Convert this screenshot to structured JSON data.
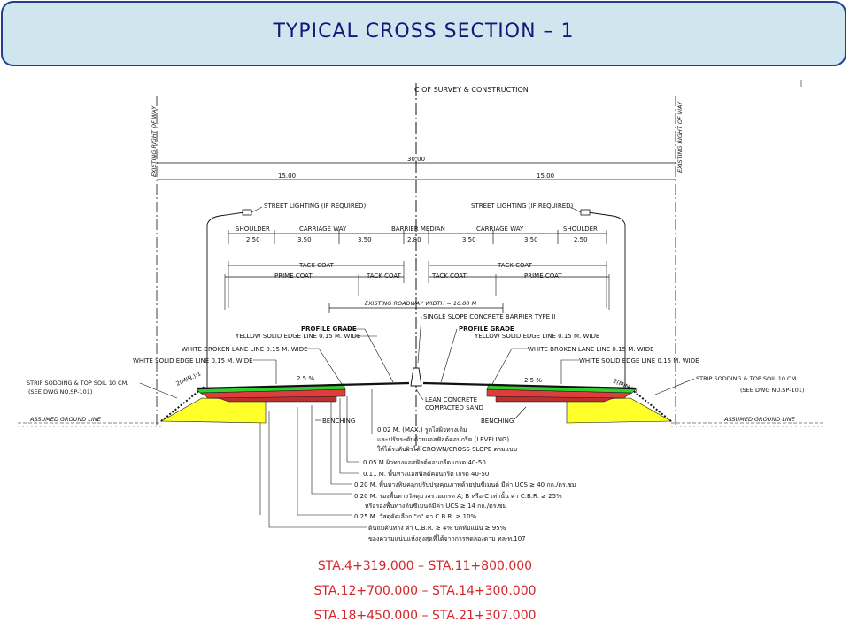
{
  "header": {
    "title": "TYPICAL CROSS SECTION – 1"
  },
  "drawing": {
    "centerline_label": "C OF SURVEY & CONSTRUCTION",
    "row_left": "EXISTING RIGHT OF WAY",
    "row_right": "EXISTING RIGHT OF WAY",
    "total_width": "30.00",
    "half_left": "15.00",
    "half_right": "15.00",
    "street_light_left": "STREET LIGHTING (IF REQUIRED)",
    "street_light_right": "STREET LIGHTING (IF REQUIRED)",
    "lanes": {
      "shoulder": "SHOULDER",
      "carriage_way": "CARRIAGE WAY",
      "barrier_median": "BARRIER MEDIAN",
      "w_shoulder": "2.50",
      "w_lane": "3.50",
      "w_median": "2.80"
    },
    "tack_coat": "TACK COAT",
    "prime_coat": "PRIME COAT",
    "existing_roadway": "EXISTING ROADWAY WIDTH = 10.00 M",
    "barrier_label": "SINGLE SLOPE CONCRETE BARRIER TYPE II",
    "profile_grade": "PROFILE GRADE",
    "yellow_line": "YELLOW SOLID EDGE LINE 0.15 M. WIDE",
    "white_broken": "WHITE BROKEN LANE LINE 0.15 M. WIDE",
    "white_solid": "WHITE SOLID EDGE LINE 0.15 M. WIDE",
    "slope_pct": "2.5 %",
    "slope_left": "2(MIN.):1",
    "slope_right": "2(MIN.):1",
    "strip_sodding_1": "STRIP SODDING & TOP SOIL 10 CM.",
    "strip_sodding_2_left": "(SEE DWG NO.SP-101)",
    "strip_sodding_2_right": "(SEE DWG NO.SP-101)",
    "assumed_ground_left": "ASSUMED GROUND LINE",
    "assumed_ground_right": "ASSUMED GROUND LINE",
    "benching_left": "BENCHING",
    "benching_right": "BENCHING",
    "lean_concrete": "LEAN CONCRETE",
    "compacted_sand": "COMPACTED SAND",
    "layers": [
      "0.02 M. (MAX.) รูดไสผิวทางเดิม",
      "และปรับระดับด้วยแอสฟัลต์คอนกรีต (LEVELING)",
      "ให้ได้ระดับผิวได้ CROWN/CROSS SLOPE ตามแบบ",
      "0.05 M  ผิวทางแอสฟัลต์คอนกรีต เกรด 40-50",
      "0.11 M. พื้นทางแอสฟัลต์คอนกรีต เกรด 40-50",
      "0.20 M. พื้นทางหินคลุกปรับปรุงคุณภาพด้วยปูนซีเมนต์ มีค่า UCS ≥ 40 กก./ตร.ซม",
      "0.20 M. รองพื้นทางวัสดุมวลรวมเกรด A, B หรือ C เท่านั้น ค่า C.B.R. ≥ 25%",
      "หรือรองพื้นทางดินซีเมนต์มีค่า UCS ≥ 14 กก./ตร.ซม",
      "0.25 M.  วัสดุคัดเลือก \"ก\" ค่า C.B.R. ≥ 10%",
      "ดินถมคันทาง ค่า C.B.R. ≥ 4%  บดทับแน่น ≥ 95%",
      "ของความแน่นแห้งสูงสุดที่ได้จากการทดลองตาม ทล-ท.107"
    ]
  },
  "stations": [
    "STA.4+319.000 – STA.11+800.000",
    "STA.12+700.000 – STA.14+300.000",
    "STA.18+450.000 – STA.21+307.000"
  ],
  "colors": {
    "header_bg": "#cfe6ef",
    "header_border": "#1f3f8f",
    "title": "#16167a",
    "station_text": "#d3262b",
    "surface_green": "#2fd02f",
    "base_red": "#e03c3c",
    "subbase_darkred": "#b93030",
    "embankment_yellow": "#ffff2a"
  }
}
